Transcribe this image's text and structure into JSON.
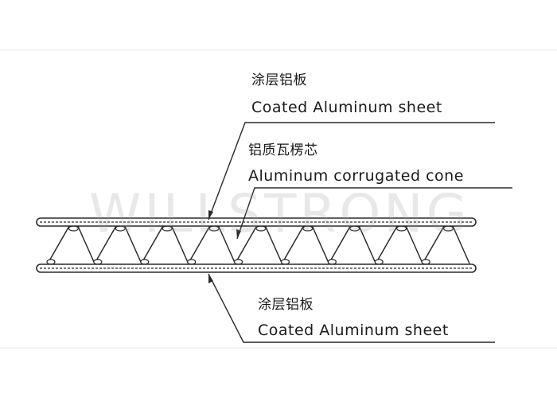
{
  "labels": {
    "top_sheet_zh": "涂层铝板",
    "top_sheet_en": "Coated Aluminum sheet",
    "core_zh": "铝质瓦楞芯",
    "core_en": "Aluminum corrugated cone",
    "bottom_sheet_zh": "涂层铝板",
    "bottom_sheet_en": "Coated Aluminum sheet"
  },
  "watermark": "WILLSTRONG",
  "colors": {
    "line": "#2a2a2a",
    "watermark": "#969696",
    "background": "#ffffff"
  },
  "core": {
    "triangle_count": 9
  }
}
